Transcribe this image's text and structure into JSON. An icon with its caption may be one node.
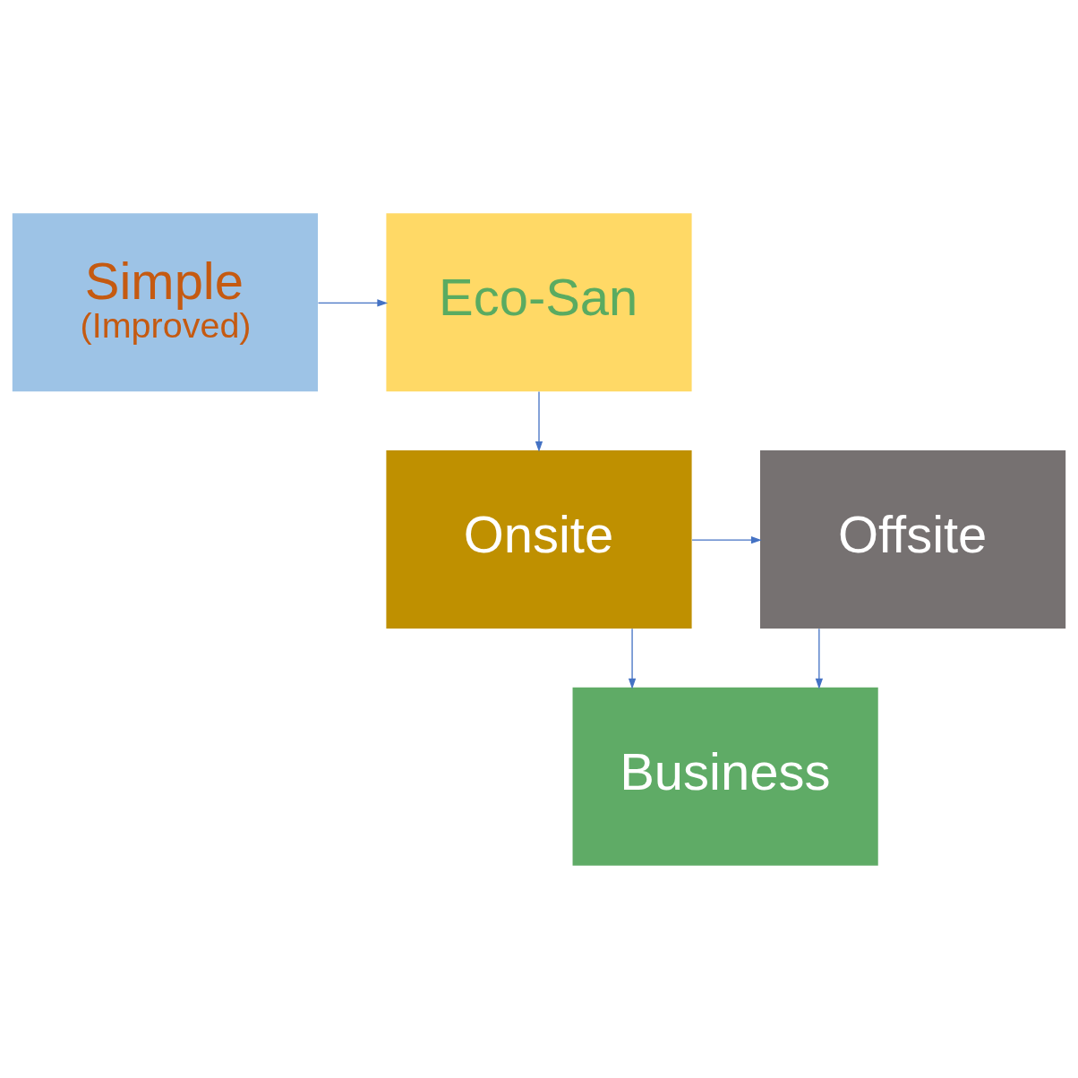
{
  "diagram": {
    "nodes": [
      {
        "text": [
          "Simple",
          "(Improved)"
        ]
      },
      {
        "text": [
          "Eco-San"
        ]
      },
      {
        "text": [
          "Onsite"
        ]
      },
      {
        "text": [
          "Offsite"
        ]
      },
      {
        "text": [
          "Business"
        ]
      }
    ],
    "edges": [
      {
        "from": 0,
        "to": 1,
        "arrow": "to"
      },
      {
        "from": 1,
        "to": 2,
        "arrow": "to"
      },
      {
        "from": 2,
        "to": 3,
        "arrow": "to"
      },
      {
        "from": 2,
        "to": 4,
        "arrow": "to"
      },
      {
        "from": 3,
        "to": 4,
        "arrow": "to"
      }
    ]
  }
}
